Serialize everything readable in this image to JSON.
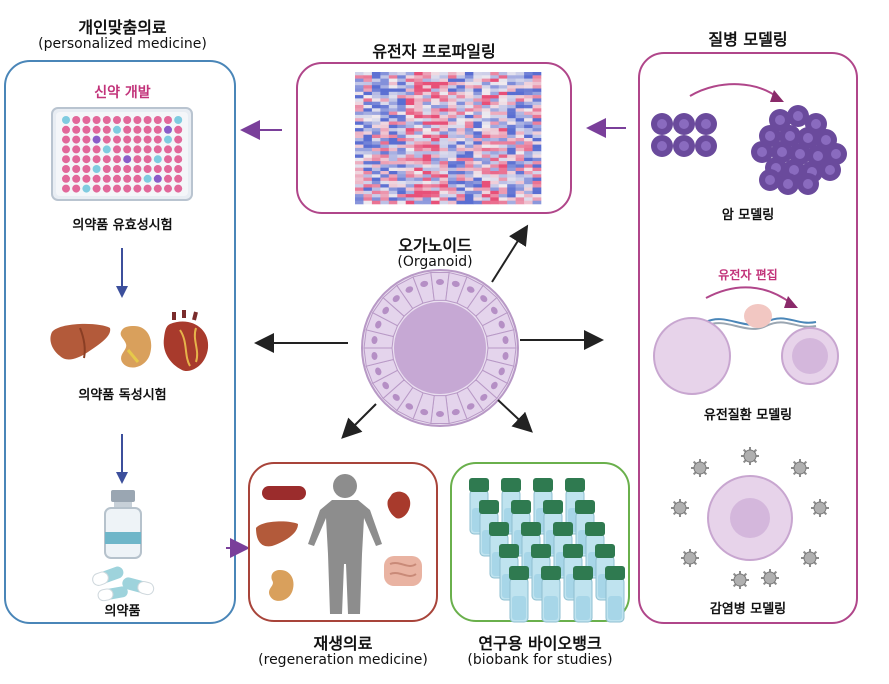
{
  "left_panel": {
    "title": "개인맞춤의료",
    "subtitle": "(personalized medicine)",
    "drug_dev_label": "신약 개발",
    "efficacy_label": "의약품 유효성시험",
    "toxicity_label": "의약품 독성시험",
    "drug_label": "의약품",
    "border_color": "#4a86b8"
  },
  "center": {
    "title": "오가노이드",
    "subtitle": "(Organoid)"
  },
  "top_panel": {
    "title": "유전자 프로파일링",
    "border_color": "#b0468a"
  },
  "right_panel": {
    "title": "질병 모델링",
    "cancer_label": "암 모델링",
    "gene_edit_label": "유전자 편집",
    "genetic_label": "유전질환 모델링",
    "infection_label": "감염병 모델링",
    "border_color": "#b0468a"
  },
  "bottom_left": {
    "title": "재생의료",
    "subtitle": "(regeneration medicine)",
    "border_color": "#a8443a"
  },
  "bottom_right": {
    "title": "연구용 바이오뱅크",
    "subtitle": "(biobank for studies)",
    "border_color": "#6ab04c"
  }
}
